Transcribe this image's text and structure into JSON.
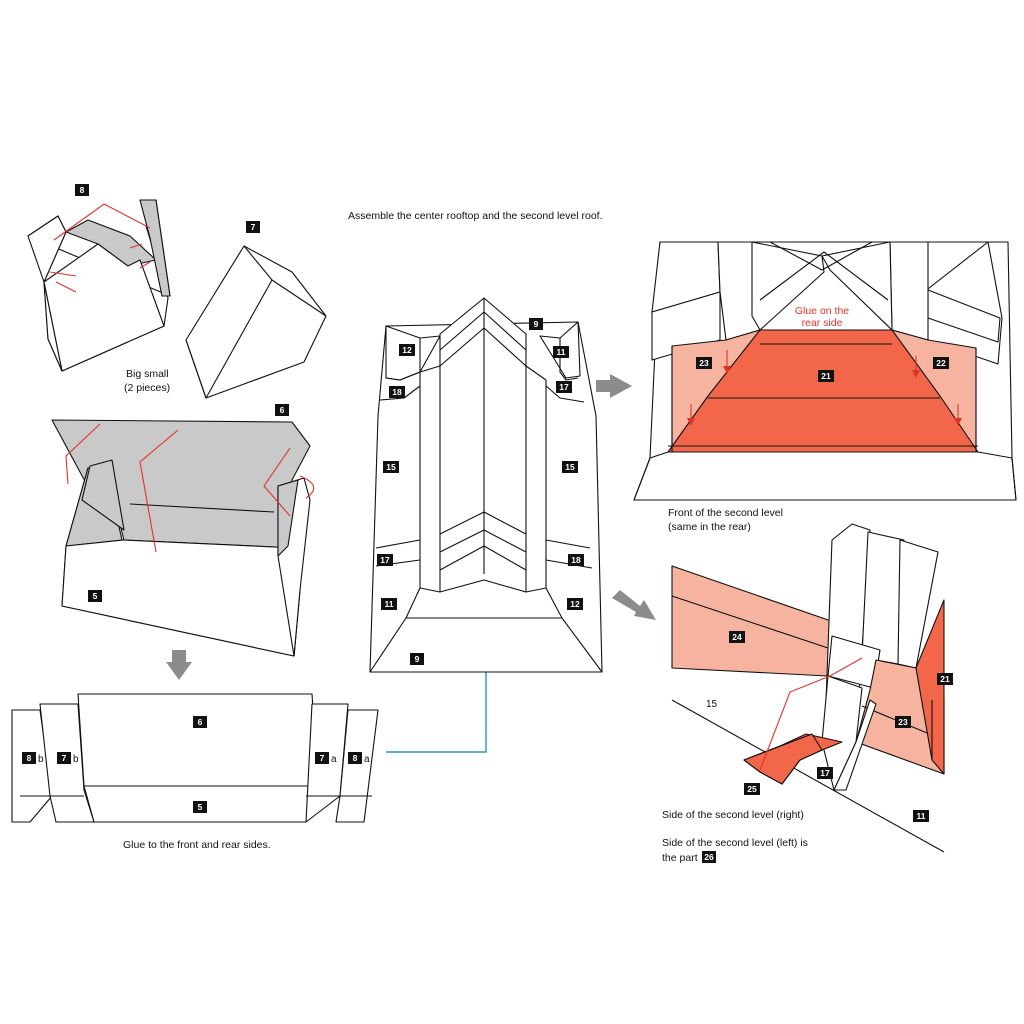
{
  "instruction_top": "Assemble the center rooftop and the second level roof.",
  "caption_big_small_1": "Big small",
  "caption_big_small_2": "(2 pieces)",
  "caption_glue": "Glue to the front and rear sides.",
  "caption_front_1": "Front of the second level",
  "caption_front_2": "(same in the rear)",
  "glue_note_1": "Glue on the",
  "glue_note_2": "rear side",
  "caption_side_right": "Side of the second level (right)",
  "caption_side_left_1": "Side of the second level (left) is",
  "caption_side_left_2": "the part",
  "caption_side_left_part": "26",
  "parts": {
    "p8": "8",
    "p7": "7",
    "p6": "6",
    "p5": "5",
    "p5b": "5",
    "p6b": "6",
    "p8b": "8",
    "p7b": "7",
    "p7a": "7",
    "p8a": "8",
    "suffix_b": "b",
    "suffix_a": "a",
    "c9top": "9",
    "c12": "12",
    "c11": "11",
    "c18": "18",
    "c17": "17",
    "c15l": "15",
    "c15r": "15",
    "c17b": "17",
    "c18b": "18",
    "c11b": "11",
    "c12b": "12",
    "c9bot": "9",
    "f23": "23",
    "f21": "21",
    "f22": "22",
    "s24": "24",
    "s15": "15",
    "s21": "21",
    "s23": "23",
    "s17": "17",
    "s25": "25",
    "s11": "11"
  },
  "colors": {
    "light_salmon": "#f6b4a0",
    "orange_red": "#f2674a",
    "guide_red": "#e0342a",
    "guide_blue": "#2a93c8",
    "arrow_gray": "#8c8c8c"
  }
}
